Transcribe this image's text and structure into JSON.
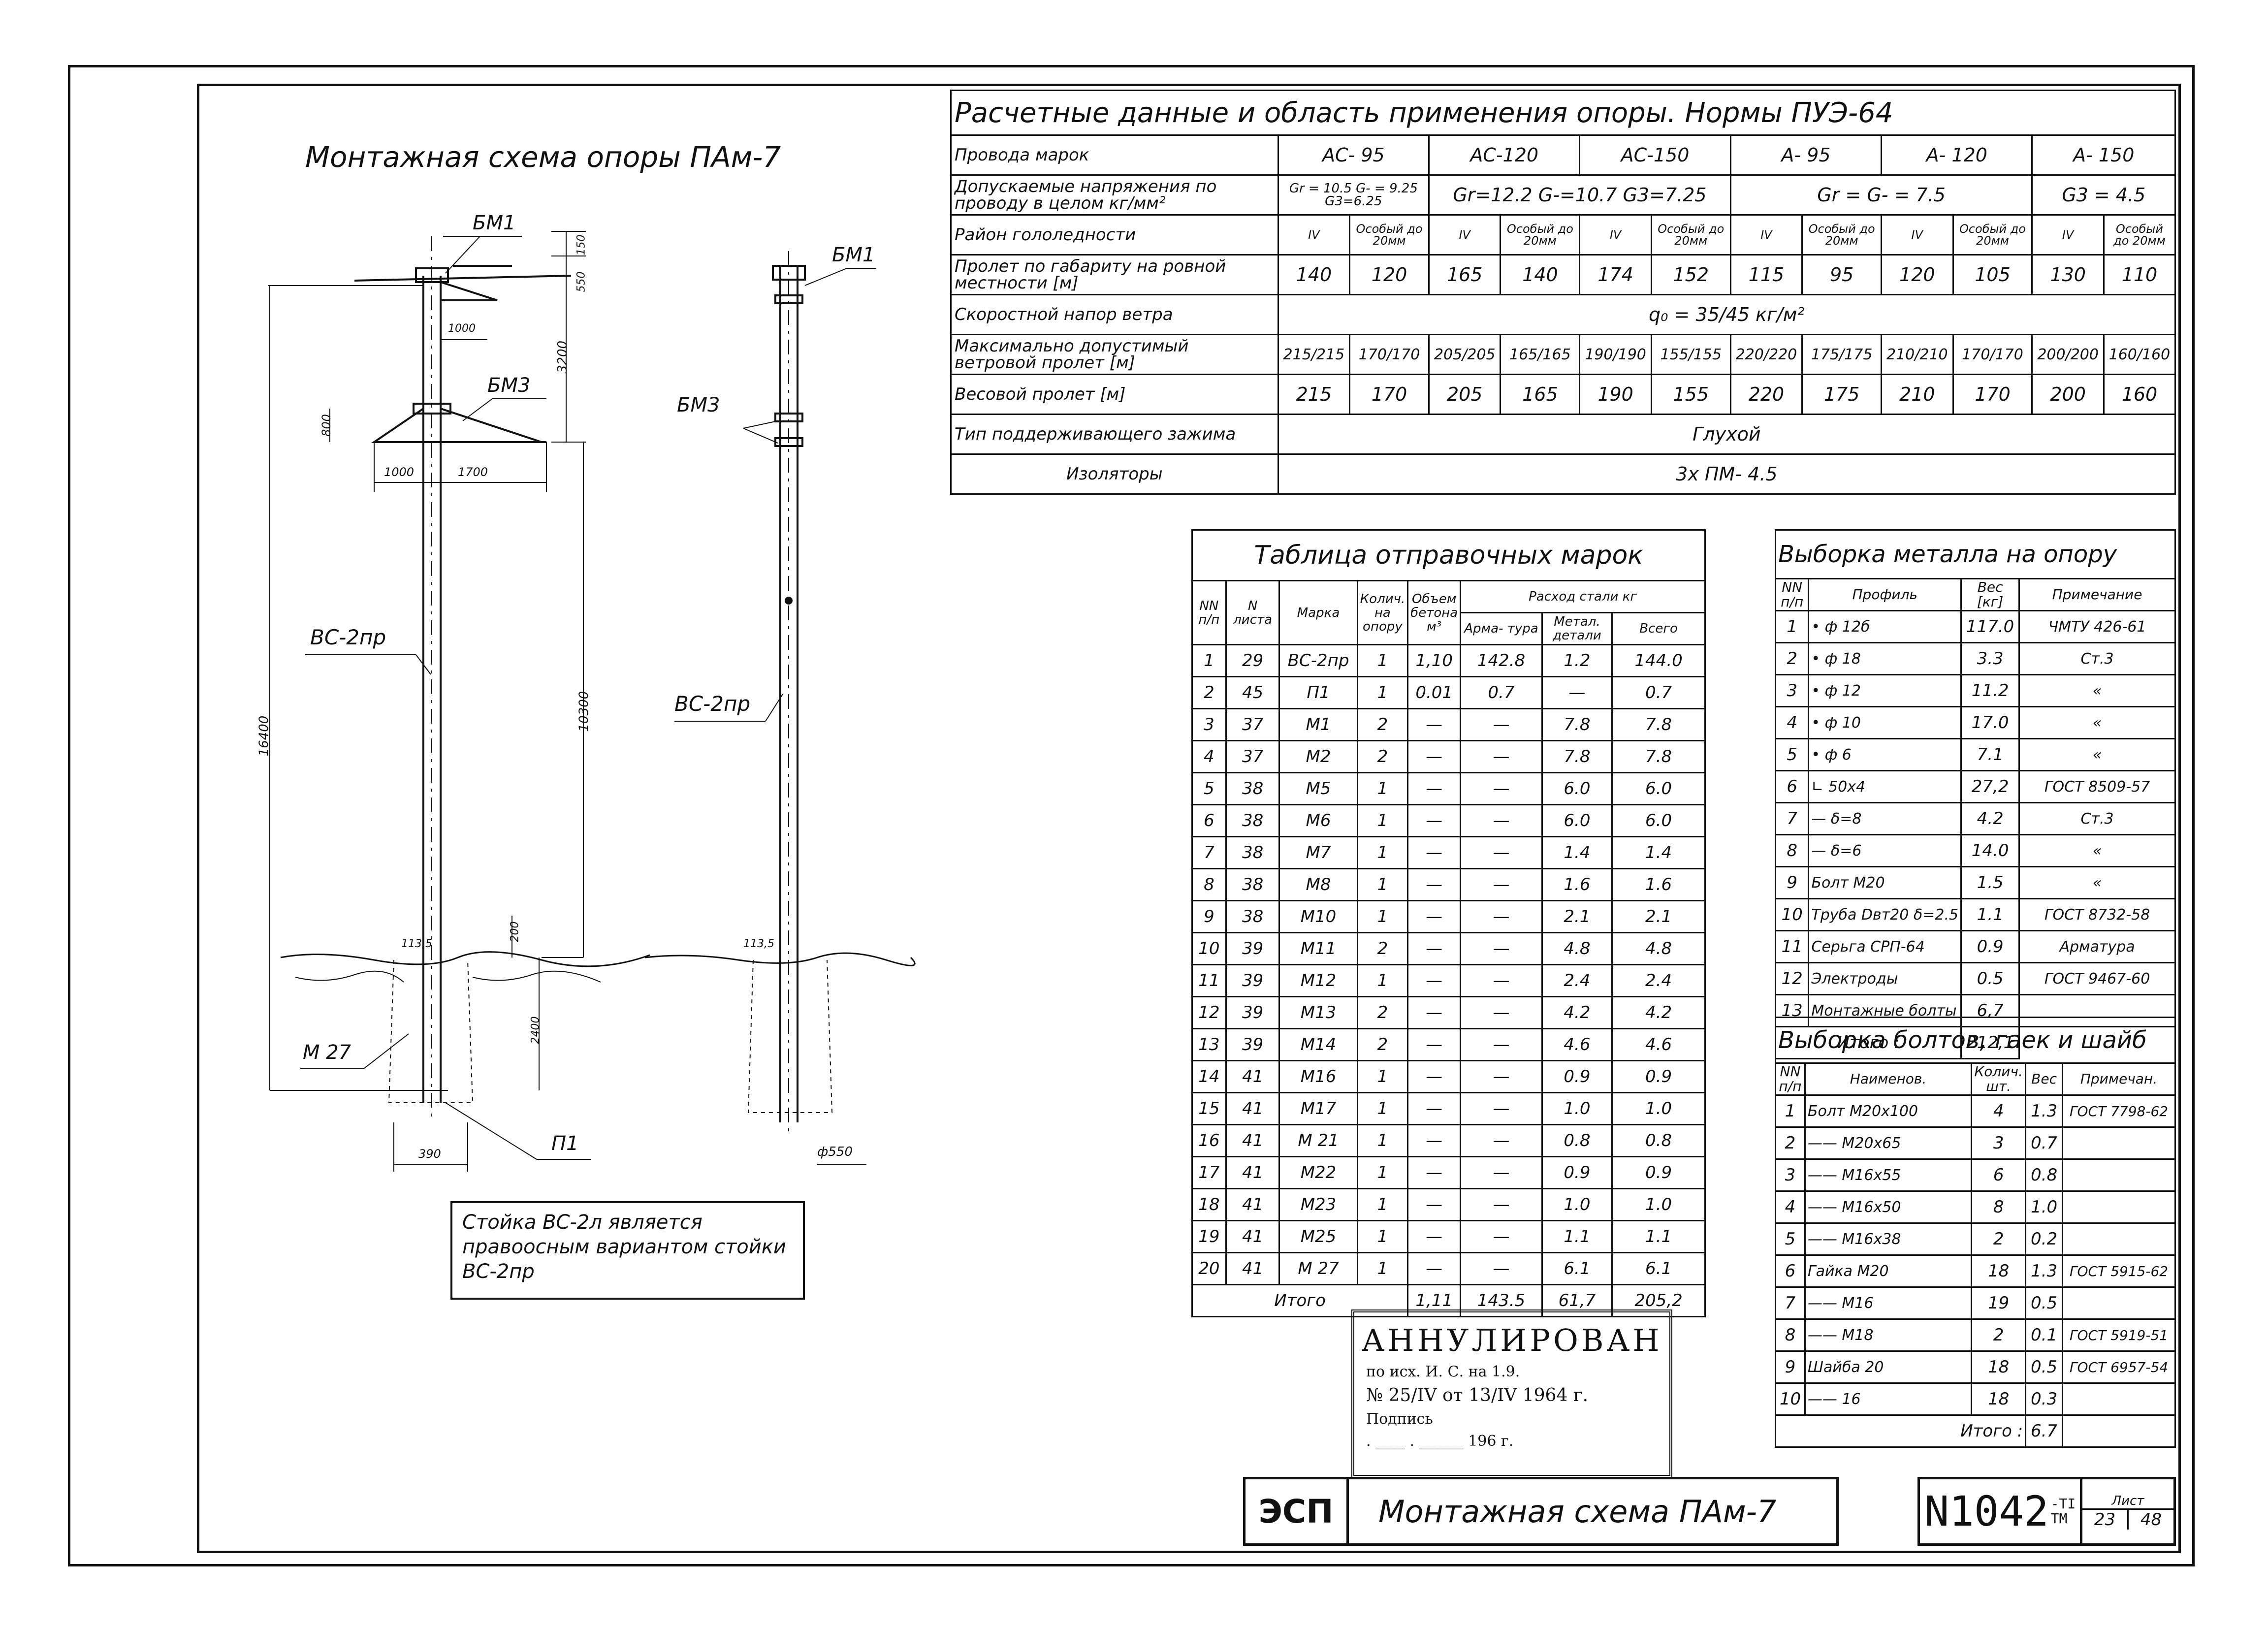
{
  "drawing": {
    "scheme_title": "Монтажная схема опоры ПАм-7",
    "labels": {
      "bm1_left": "БМ1",
      "bm1_right": "БМ1",
      "bm3_left": "БМ3",
      "bm3_right": "БМ3",
      "bc_left": "ВС-2пр",
      "bc_right": "ВС-2пр",
      "m27": "М 27",
      "p1": "П1"
    },
    "dims": {
      "d150": "150",
      "d550": "550",
      "d3200": "3200",
      "d1000a": "1000",
      "d800": "800",
      "d1000b": "1000",
      "d1700": "1700",
      "d16400": "16400",
      "d10300": "10300",
      "d200": "200",
      "d2400": "2400",
      "d1135l": "113,5",
      "d1135r": "113,5",
      "d390": "390",
      "phi550": "ф550"
    },
    "note": "Стойка ВС-2л является правоосным вариантом стойки ВС-2пр"
  },
  "calc": {
    "title": "Расчетные данные и область применения опоры. Нормы ПУЭ-64",
    "row_wires_label": "Провода марок",
    "wires": [
      "АС- 95",
      "АС-120",
      "АС-150",
      "А- 95",
      "А- 120",
      "А- 150"
    ],
    "row_stress_label": "Допускаемые напряжения по проводу в целом кг/мм²",
    "stress": [
      "Gr = 10.5 G- = 9.25 G3=6.25",
      "Gr=12.2 G-=10.7 G3=7.25",
      "Gr = G- = 7.5",
      "G3 = 4.5"
    ],
    "row_ice_label": "Район гололедности",
    "ice": [
      "IV",
      "Особый до 20мм",
      "IV",
      "Особый до 20мм",
      "IV",
      "Особый до 20мм",
      "IV",
      "Особый до 20мм",
      "IV",
      "Особый до 20мм",
      "IV",
      "Особый до 20мм"
    ],
    "row_span_label": "Пролет по габариту на ровной местности [м]",
    "span": [
      "140",
      "120",
      "165",
      "140",
      "174",
      "152",
      "115",
      "95",
      "120",
      "105",
      "130",
      "110"
    ],
    "row_wind_label": "Скоростной напор ветра",
    "wind": "q₀ = 35/45 кг/м²",
    "row_maxwind_label": "Максимально допустимый ветровой пролет [м]",
    "maxwind": [
      "215/215",
      "170/170",
      "205/205",
      "165/165",
      "190/190",
      "155/155",
      "220/220",
      "175/175",
      "210/210",
      "170/170",
      "200/200",
      "160/160"
    ],
    "row_weight_label": "Весовой пролет [м]",
    "weight": [
      "215",
      "170",
      "205",
      "165",
      "190",
      "155",
      "220",
      "175",
      "210",
      "170",
      "200",
      "160"
    ],
    "row_clamp_label": "Тип поддерживающего зажима",
    "clamp": "Глухой",
    "row_insul_label": "Изоляторы",
    "insul": "3х ПМ- 4.5"
  },
  "ship": {
    "title": "Таблица отправочных марок",
    "headers": [
      "NN п/п",
      "N листа",
      "Марка",
      "Колич. на опору",
      "Объем бетона м³",
      "Арма- тура",
      "Метал. детали",
      "Всего"
    ],
    "group_header": "Расход стали кг",
    "rows": [
      [
        "1",
        "29",
        "ВС-2пр",
        "1",
        "1,10",
        "142.8",
        "1.2",
        "144.0"
      ],
      [
        "2",
        "45",
        "П1",
        "1",
        "0.01",
        "0.7",
        "—",
        "0.7"
      ],
      [
        "3",
        "37",
        "М1",
        "2",
        "—",
        "—",
        "7.8",
        "7.8"
      ],
      [
        "4",
        "37",
        "М2",
        "2",
        "—",
        "—",
        "7.8",
        "7.8"
      ],
      [
        "5",
        "38",
        "М5",
        "1",
        "—",
        "—",
        "6.0",
        "6.0"
      ],
      [
        "6",
        "38",
        "М6",
        "1",
        "—",
        "—",
        "6.0",
        "6.0"
      ],
      [
        "7",
        "38",
        "М7",
        "1",
        "—",
        "—",
        "1.4",
        "1.4"
      ],
      [
        "8",
        "38",
        "М8",
        "1",
        "—",
        "—",
        "1.6",
        "1.6"
      ],
      [
        "9",
        "38",
        "М10",
        "1",
        "—",
        "—",
        "2.1",
        "2.1"
      ],
      [
        "10",
        "39",
        "М11",
        "2",
        "—",
        "—",
        "4.8",
        "4.8"
      ],
      [
        "11",
        "39",
        "М12",
        "1",
        "—",
        "—",
        "2.4",
        "2.4"
      ],
      [
        "12",
        "39",
        "М13",
        "2",
        "—",
        "—",
        "4.2",
        "4.2"
      ],
      [
        "13",
        "39",
        "М14",
        "2",
        "—",
        "—",
        "4.6",
        "4.6"
      ],
      [
        "14",
        "41",
        "М16",
        "1",
        "—",
        "—",
        "0.9",
        "0.9"
      ],
      [
        "15",
        "41",
        "М17",
        "1",
        "—",
        "—",
        "1.0",
        "1.0"
      ],
      [
        "16",
        "41",
        "М 21",
        "1",
        "—",
        "—",
        "0.8",
        "0.8"
      ],
      [
        "17",
        "41",
        "М22",
        "1",
        "—",
        "—",
        "0.9",
        "0.9"
      ],
      [
        "18",
        "41",
        "М23",
        "1",
        "—",
        "—",
        "1.0",
        "1.0"
      ],
      [
        "19",
        "41",
        "М25",
        "1",
        "—",
        "—",
        "1.1",
        "1.1"
      ],
      [
        "20",
        "41",
        "М 27",
        "1",
        "—",
        "—",
        "6.1",
        "6.1"
      ]
    ],
    "total_label": "Итого",
    "total": [
      "1,11",
      "143.5",
      "61,7",
      "205,2"
    ]
  },
  "metal": {
    "title": "Выборка металла на опору",
    "headers": [
      "NN п/п",
      "Профиль",
      "Вес [кг]",
      "Примечание"
    ],
    "rows": [
      [
        "1",
        "• ф 12б",
        "117.0",
        "ЧМТУ 426-61"
      ],
      [
        "2",
        "• ф 18",
        "3.3",
        "Ст.3"
      ],
      [
        "3",
        "• ф 12",
        "11.2",
        "«"
      ],
      [
        "4",
        "• ф 10",
        "17.0",
        "«"
      ],
      [
        "5",
        "• ф 6",
        "7.1",
        "«"
      ],
      [
        "6",
        "∟ 50х4",
        "27,2",
        "ГОСТ 8509-57"
      ],
      [
        "7",
        "— δ=8",
        "4.2",
        "Ст.3"
      ],
      [
        "8",
        "— δ=6",
        "14.0",
        "«"
      ],
      [
        "9",
        "Болт М20",
        "1.5",
        "«"
      ],
      [
        "10",
        "Труба Dвт20 δ=2.5",
        "1.1",
        "ГОСТ 8732-58"
      ],
      [
        "11",
        "Серьга СРП-64",
        "0.9",
        "Арматура"
      ],
      [
        "12",
        "Электроды",
        "0.5",
        "ГОСТ 9467-60"
      ],
      [
        "13",
        "Монтажные болты",
        "6,7",
        ""
      ]
    ],
    "total_label": "Итого :",
    "total": "212,1"
  },
  "bolts": {
    "title": "Выборка болтов, гаек и шайб",
    "headers": [
      "NN п/п",
      "Наименов.",
      "Колич. шт.",
      "Вес",
      "Примечан."
    ],
    "rows": [
      [
        "1",
        "Болт М20х100",
        "4",
        "1.3",
        "ГОСТ 7798-62"
      ],
      [
        "2",
        "—— М20х65",
        "3",
        "0.7",
        ""
      ],
      [
        "3",
        "—— М16х55",
        "6",
        "0.8",
        ""
      ],
      [
        "4",
        "—— М16х50",
        "8",
        "1.0",
        ""
      ],
      [
        "5",
        "—— М16х38",
        "2",
        "0.2",
        ""
      ],
      [
        "6",
        "Гайка М20",
        "18",
        "1.3",
        "ГОСТ 5915-62"
      ],
      [
        "7",
        "—— М16",
        "19",
        "0.5",
        ""
      ],
      [
        "8",
        "—— М18",
        "2",
        "0.1",
        "ГОСТ 5919-51"
      ],
      [
        "9",
        "Шайба 20",
        "18",
        "0.5",
        "ГОСТ 6957-54"
      ],
      [
        "10",
        "—— 16",
        "18",
        "0.3",
        ""
      ]
    ],
    "total_label": "Итого :",
    "total": "6.7"
  },
  "stamp": {
    "title": "АННУЛИРОВАН",
    "line1": "по исх. И. С. на 1.9.",
    "line2": "№ 25/IV от 13/IV 1964 г.",
    "line3": "Подпись",
    "line4": ". ____ . ______ 196  г."
  },
  "titleblock": {
    "org": "ЭСП",
    "name": "Монтажная схема ПАм-7",
    "code": "N1042",
    "code_sup": "-TI",
    "code_sub": "TM",
    "sheet_label": "Лист",
    "sheet": "23",
    "sheets": "48"
  }
}
